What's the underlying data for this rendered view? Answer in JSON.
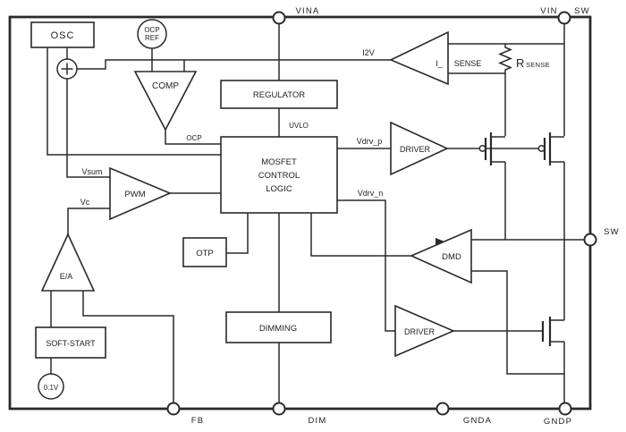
{
  "diagram": {
    "type": "ic-block-diagram",
    "colors": {
      "ink": "#2a2a2a",
      "background": "#ffffff"
    },
    "blocks": {
      "osc": "OSC",
      "regulator": "REGULATOR",
      "mosfet_logic_line1": "MOSFET",
      "mosfet_logic_line2": "CONTROL",
      "mosfet_logic_line3": "LOGIC",
      "otp": "OTP",
      "dimming": "DIMMING",
      "soft_start": "SOFT-START"
    },
    "amplifiers": {
      "comp": "COMP",
      "pwm": "PWM",
      "error_amp": "E/A",
      "driver_top": "DRIVER",
      "driver_bottom": "DRIVER",
      "dmd": "DMD",
      "isense_part1": "I_",
      "isense_part2": "SENSE"
    },
    "references": {
      "ocp_ref_line1": "OCP",
      "ocp_ref_line2": "REF",
      "vref": "0.1V"
    },
    "resistor": {
      "name": "R",
      "subscript": "SENSE"
    },
    "signals": {
      "i2v": "I2V",
      "ocp": "OCP",
      "uvlo": "UVLO",
      "vsum": "Vsum",
      "vc": "Vc",
      "vdrv_p": "Vdrv_p",
      "vdrv_n": "Vdrv_n"
    },
    "pins": {
      "vina": "VINA",
      "vin": "VIN",
      "sw_top": "SW",
      "sw_right": "SW",
      "fb": "FB",
      "dim": "DIM",
      "gnda": "GNDA",
      "gndp": "GNDP"
    }
  }
}
